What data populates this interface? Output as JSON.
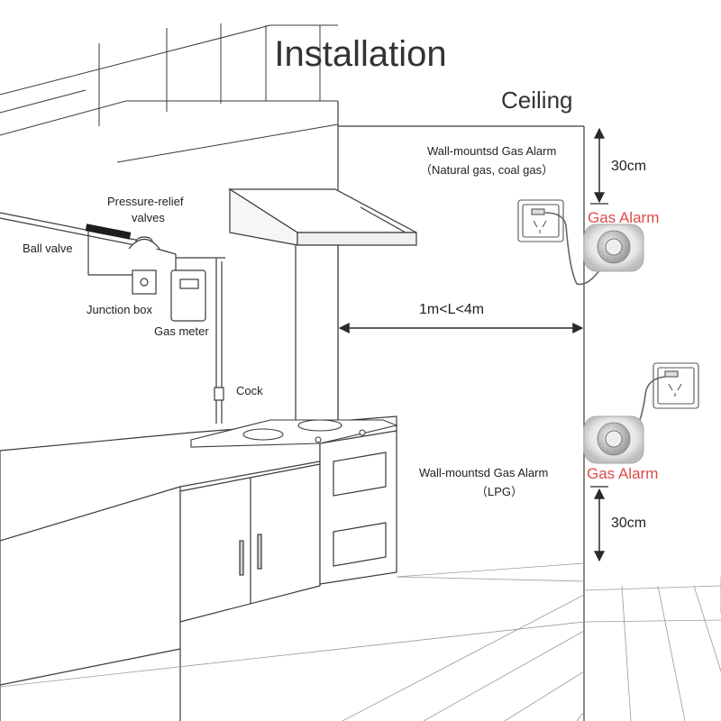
{
  "title": "Installation",
  "ceiling_label": "Ceiling",
  "upper_alarm": {
    "caption_line1": "Wall-mountsd Gas Alarm",
    "caption_line2": "（Natural gas,   coal gas）",
    "label": "Gas Alarm",
    "distance": "30cm"
  },
  "lower_alarm": {
    "caption_line1": "Wall-mountsd Gas Alarm",
    "caption_line2": "（LPG）",
    "label": "Gas Alarm",
    "distance": "30cm"
  },
  "distance_label": "1m<L<4m",
  "labels": {
    "pressure_relief_line1": "Pressure-relief",
    "pressure_relief_line2": "valves",
    "ball_valve": "Ball valve",
    "junction_box": "Junction box",
    "gas_meter": "Gas meter",
    "cock": "Cock"
  },
  "colors": {
    "line": "#3a3a3a",
    "light_line": "#8a8a8a",
    "alarm_text": "#e04a4a"
  }
}
